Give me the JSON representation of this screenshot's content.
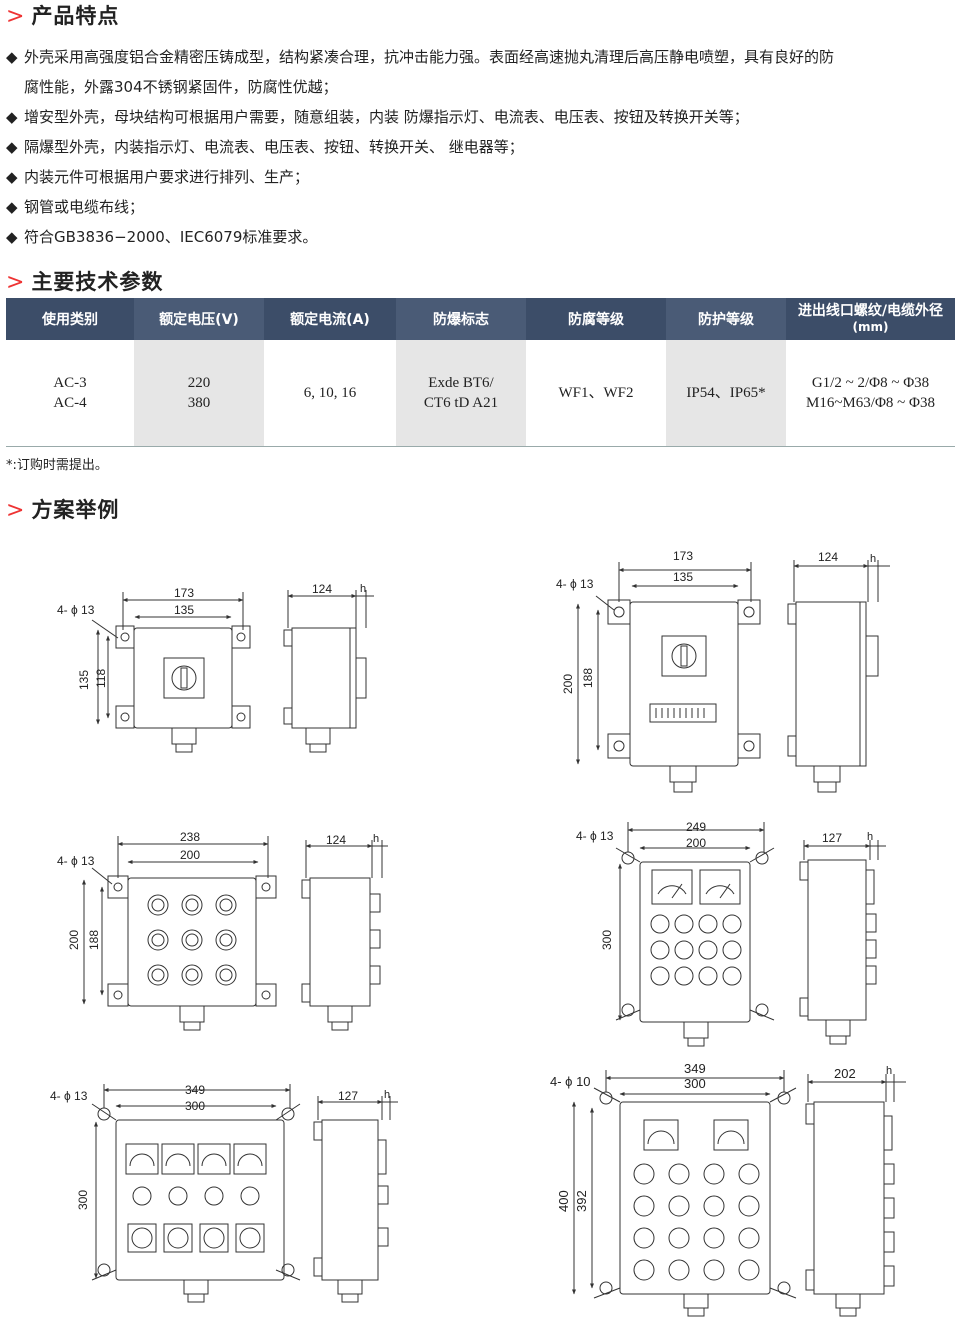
{
  "sections": {
    "features_title": "产品特点",
    "params_title": "主要技术参数",
    "examples_title": "方案举例"
  },
  "features": [
    "外壳采用高强度铝合金精密压铸成型，结构紧凑合理，抗冲击能力强。表面经高速抛丸清理后高压静电喷塑，具有良好的防",
    "腐性能，外露304不锈钢紧固件，防腐性优越；",
    "增安型外壳，母块结构可根据用户需要，随意组装，内装  防爆指示灯、电流表、电压表、按钮及转换开关等；",
    "隔爆型外壳，内装指示灯、电流表、电压表、按钮、转换开关、 继电器等；",
    "内装元件可根据用户要求进行排列、生产；",
    "钢管或电缆布线；",
    "符合GB3836−2000、IEC6079标准要求。"
  ],
  "params_table": {
    "headers": [
      "使用类别",
      "额定电压(V)",
      "额定电流(A)",
      "防爆标志",
      "防腐等级",
      "防护等级",
      "进出线口螺纹/电缆外径",
      "(mm)"
    ],
    "row": {
      "category": [
        "AC-3",
        "AC-4"
      ],
      "voltage": [
        "220",
        "380"
      ],
      "current": "6, 10, 16",
      "ex_mark": [
        "Exde BT6/",
        "CT6 tD A21"
      ],
      "anticorrosion": "WF1、WF2",
      "protection": "IP54、IP65*",
      "thread": [
        "G1/2 ~ 2/Φ8 ~ Φ38",
        "M16~M63/Φ8 ~ Φ38"
      ]
    }
  },
  "note": "*:订购时需提出。",
  "drawings": [
    {
      "hole": "4- ϕ 13",
      "w_outer": "173",
      "w_inner": "135",
      "h_outer": "135",
      "h_inner": "118",
      "depth": "124",
      "h": "h"
    },
    {
      "hole": "4- ϕ 13",
      "w_outer": "173",
      "w_inner": "135",
      "h_outer": "200",
      "h_inner": "188",
      "depth": "124",
      "h": "h"
    },
    {
      "hole": "4- ϕ 13",
      "w_outer": "238",
      "w_inner": "200",
      "h_outer": "200",
      "h_inner": "188",
      "depth": "124",
      "h": "h"
    },
    {
      "hole": "4- ϕ 13",
      "w_outer": "249",
      "w_inner": "200",
      "h_outer": "300",
      "depth": "127",
      "h": "h"
    },
    {
      "hole": "4- ϕ 13",
      "w_outer": "349",
      "w_inner": "300",
      "h_outer": "300",
      "depth": "127",
      "h": "h"
    },
    {
      "hole": "4- ϕ 10",
      "w_outer": "349",
      "w_inner": "300",
      "h_outer": "400",
      "h_inner": "392",
      "depth": "202",
      "h": "h"
    }
  ],
  "colors": {
    "accent": "#e33333",
    "header_bg": "#3c4d68",
    "shade": "#e6e6e6"
  }
}
